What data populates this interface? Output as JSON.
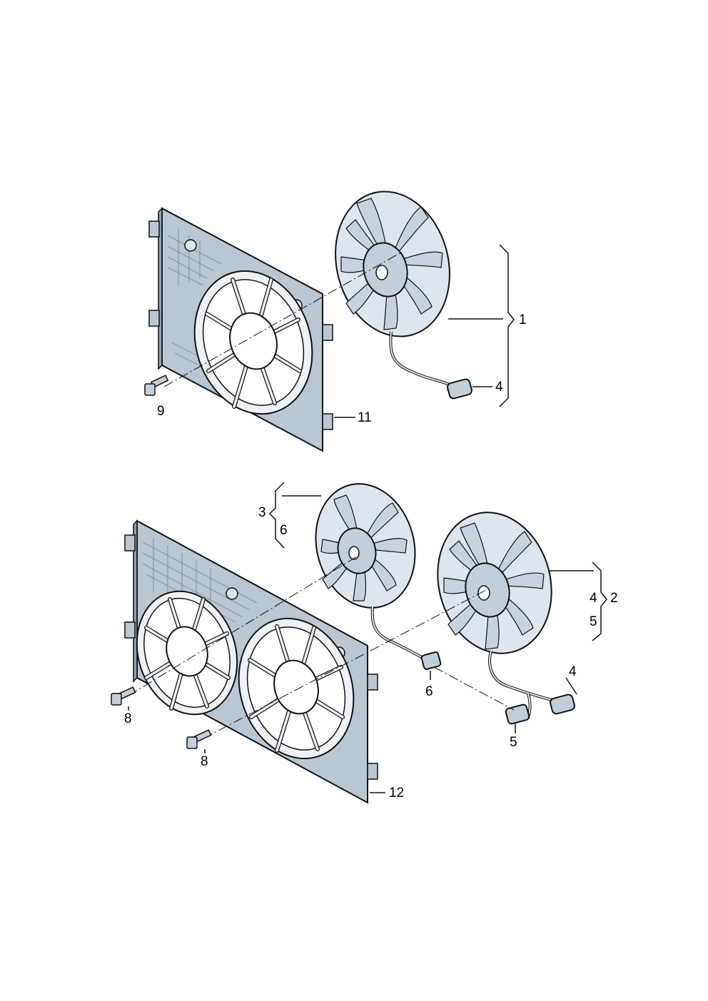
{
  "diagram": {
    "colors": {
      "shroud_fill": "#b9c7d3",
      "shroud_dark": "#8ea1b1",
      "fan_fill": "#dde6ee",
      "fan_dark": "#a7b7c5",
      "outline": "#111111"
    },
    "callouts": {
      "c1": "1",
      "c2": "2",
      "c3": "3",
      "c4a": "4",
      "c4b": "4",
      "c4c": "4",
      "c5a": "5",
      "c5b": "5",
      "c6a": "6",
      "c6b": "6",
      "c8a": "8",
      "c8b": "8",
      "c9": "9",
      "c11": "11",
      "c12": "12"
    }
  }
}
